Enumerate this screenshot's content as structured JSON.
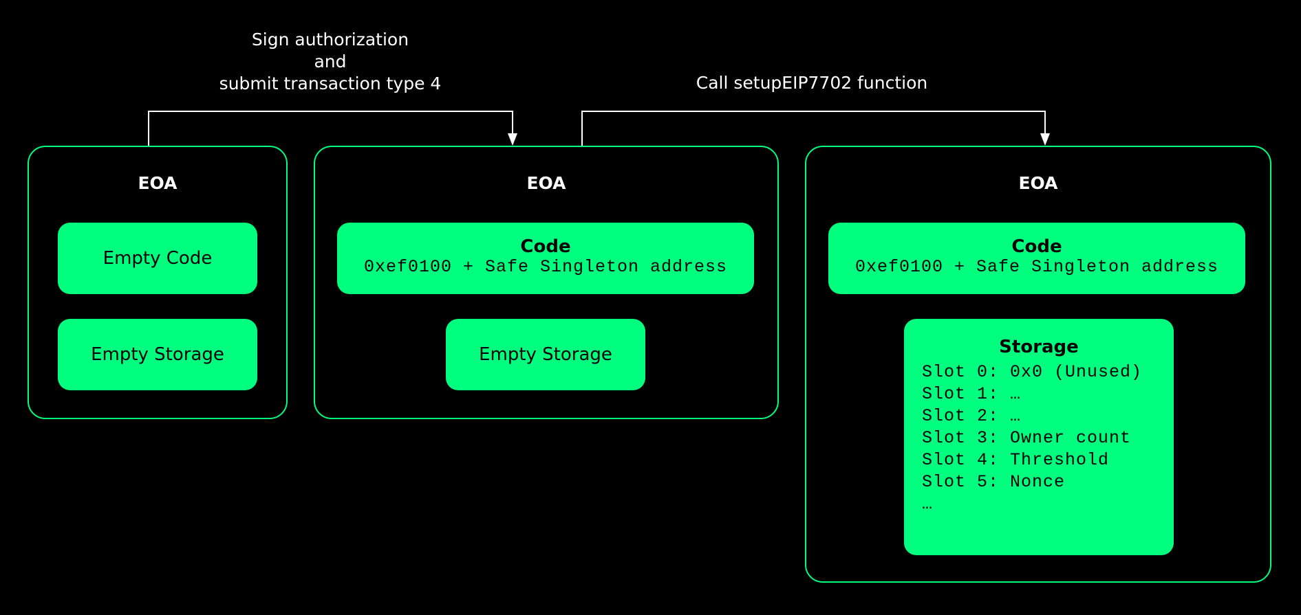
{
  "colors": {
    "background": "#000000",
    "accent": "#00ff7f",
    "line": "#ffffff"
  },
  "arrows": [
    {
      "label_lines": [
        "Sign authorization",
        "and",
        "submit transaction type 4"
      ]
    },
    {
      "label_lines": [
        "Call setupEIP7702 function"
      ]
    }
  ],
  "eoas": [
    {
      "title": "EOA",
      "code_label": "Empty Code",
      "storage_label": "Empty Storage"
    },
    {
      "title": "EOA",
      "code_title": "Code",
      "code_value": "0xef0100 + Safe Singleton address",
      "storage_label": "Empty Storage"
    },
    {
      "title": "EOA",
      "code_title": "Code",
      "code_value": "0xef0100 + Safe Singleton address",
      "storage_title": "Storage",
      "storage_slots": [
        "Slot 0: 0x0 (Unused)",
        "Slot 1: …",
        "Slot 2: …",
        "Slot 3: Owner count",
        "Slot 4: Threshold",
        "Slot 5: Nonce",
        "…"
      ]
    }
  ]
}
